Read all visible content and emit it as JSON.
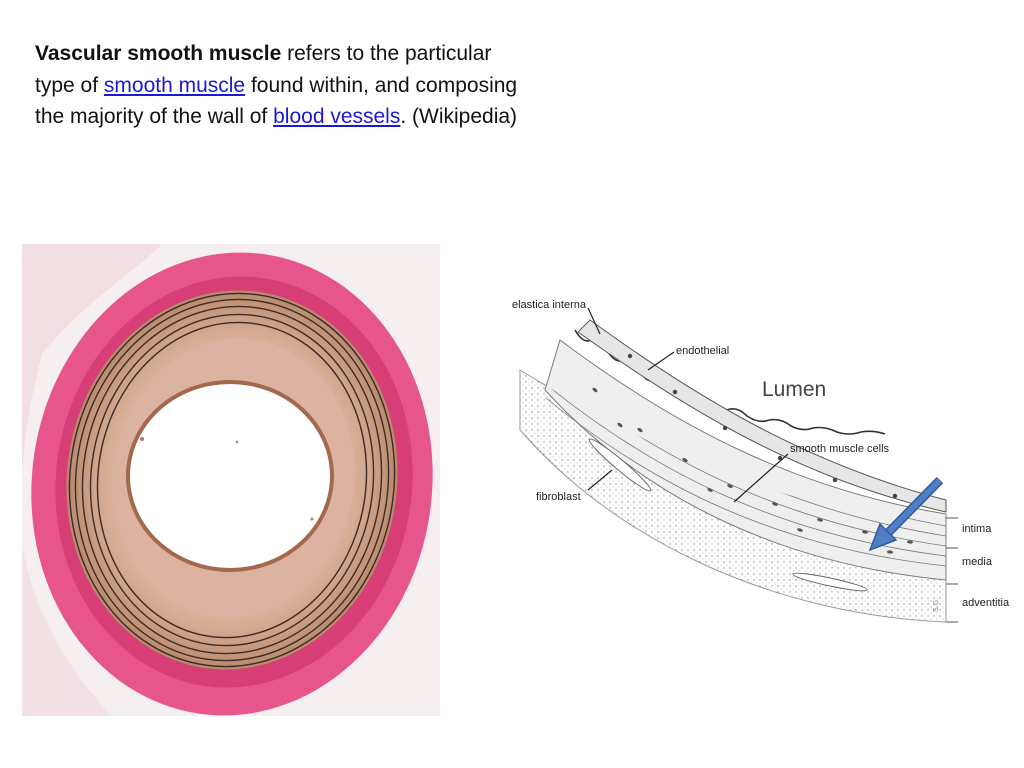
{
  "intro": {
    "term": "Vascular smooth muscle",
    "text_1": " refers to the particular type of ",
    "link_1": "smooth muscle",
    "text_2": " found within, and composing the majority of the wall of ",
    "link_2": "blood vessels",
    "text_3": ". (Wikipedia)"
  },
  "diagram": {
    "labels": {
      "elastica_interna": "elastica interna",
      "endothelial": "endothelial",
      "lumen": "Lumen",
      "smooth_muscle_cells": "smooth muscle cells",
      "fibroblast": "fibroblast",
      "intima": "intima",
      "media": "media",
      "adventitia": "adventitia",
      "signature": "S.G."
    },
    "arrow_color": "#4f7ec4"
  },
  "colors": {
    "link": "#1a1ad6",
    "adventitia_pink": "#e0447a",
    "media_tan": "#c99a7e"
  }
}
